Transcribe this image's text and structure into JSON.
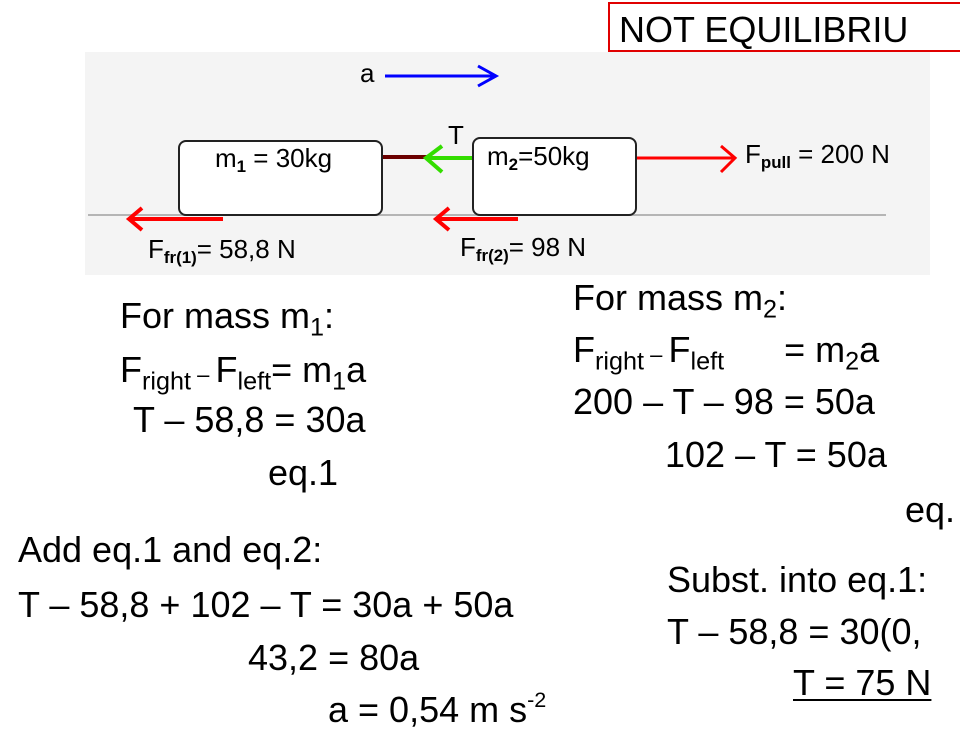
{
  "banner": {
    "text": "NOT EQUILIBRIU"
  },
  "diagram": {
    "accel_label": "a",
    "tension_label": "T",
    "block1": {
      "m": "m",
      "sub": "1",
      "rest": " = 30kg"
    },
    "block2": {
      "m": "m",
      "sub": "2",
      "rest": "=50kg"
    },
    "fpull": {
      "F": "F",
      "sub": "pull",
      "rest": " = 200 N"
    },
    "ffr1": {
      "F": "F",
      "sub": "fr(1)",
      "rest": "= 58,8 N"
    },
    "ffr2": {
      "F": "F",
      "sub": "fr(2)",
      "rest": "= 98 N"
    },
    "colors": {
      "accel": "#0000ff",
      "force": "#ff0000",
      "tension": "#33dd00",
      "rope": "#6b0000"
    }
  },
  "mass1": {
    "heading": "For mass m",
    "heading_sub": "1",
    "heading_end": ":",
    "law": {
      "F1": "F",
      "s1": "right",
      "minus": " – ",
      "F2": "F",
      "s2": "left",
      "eq": "= m",
      "s3": "1",
      "end": "a"
    },
    "line1": "T – 58,8 = 30a",
    "label": "eq.1"
  },
  "mass2": {
    "heading": "For mass m",
    "heading_sub": "2",
    "heading_end": ":",
    "law": {
      "F1": "F",
      "s1": "right",
      "minus": " – ",
      "F2": "F",
      "s2": "left",
      "eq": "      = m",
      "s3": "2",
      "end": "a"
    },
    "line1": "200 – T – 98 = 50a",
    "line2": "102 – T = 50a",
    "label": "eq."
  },
  "add": {
    "heading": "Add eq.1 and eq.2:",
    "line1": "T – 58,8 + 102 – T = 30a + 50a",
    "line2": "43,2 = 80a",
    "line3": "a = 0,54 m s",
    "line3_sup": "-2"
  },
  "subst": {
    "heading": "Subst. into eq.1:",
    "line1": "T – 58,8 = 30(0,",
    "result": "T = 75 N"
  }
}
